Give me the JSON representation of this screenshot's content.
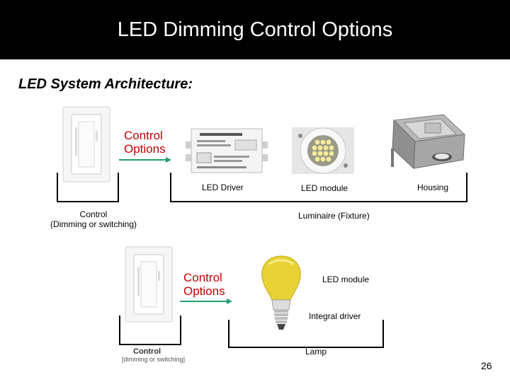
{
  "title": "LED Dimming Control Options",
  "subtitle": "LED System Architecture:",
  "top_diagram": {
    "control_options": "Control\nOptions",
    "led_driver": "LED Driver",
    "led_module": "LED module",
    "housing": "Housing",
    "control": "Control\n(Dimming or switching)",
    "luminaire": "Luminaire (Fixture)"
  },
  "bottom_diagram": {
    "control_options": "Control\nOptions",
    "led_module": "LED module",
    "integral_driver": "Integral driver",
    "lamp": "Lamp",
    "control_caption": "Control",
    "control_caption_sub": "[dimming or switching]"
  },
  "page_number": "26",
  "colors": {
    "title_bg": "#000000",
    "accent_red": "#c00000",
    "arrow_green": "#20a070"
  }
}
